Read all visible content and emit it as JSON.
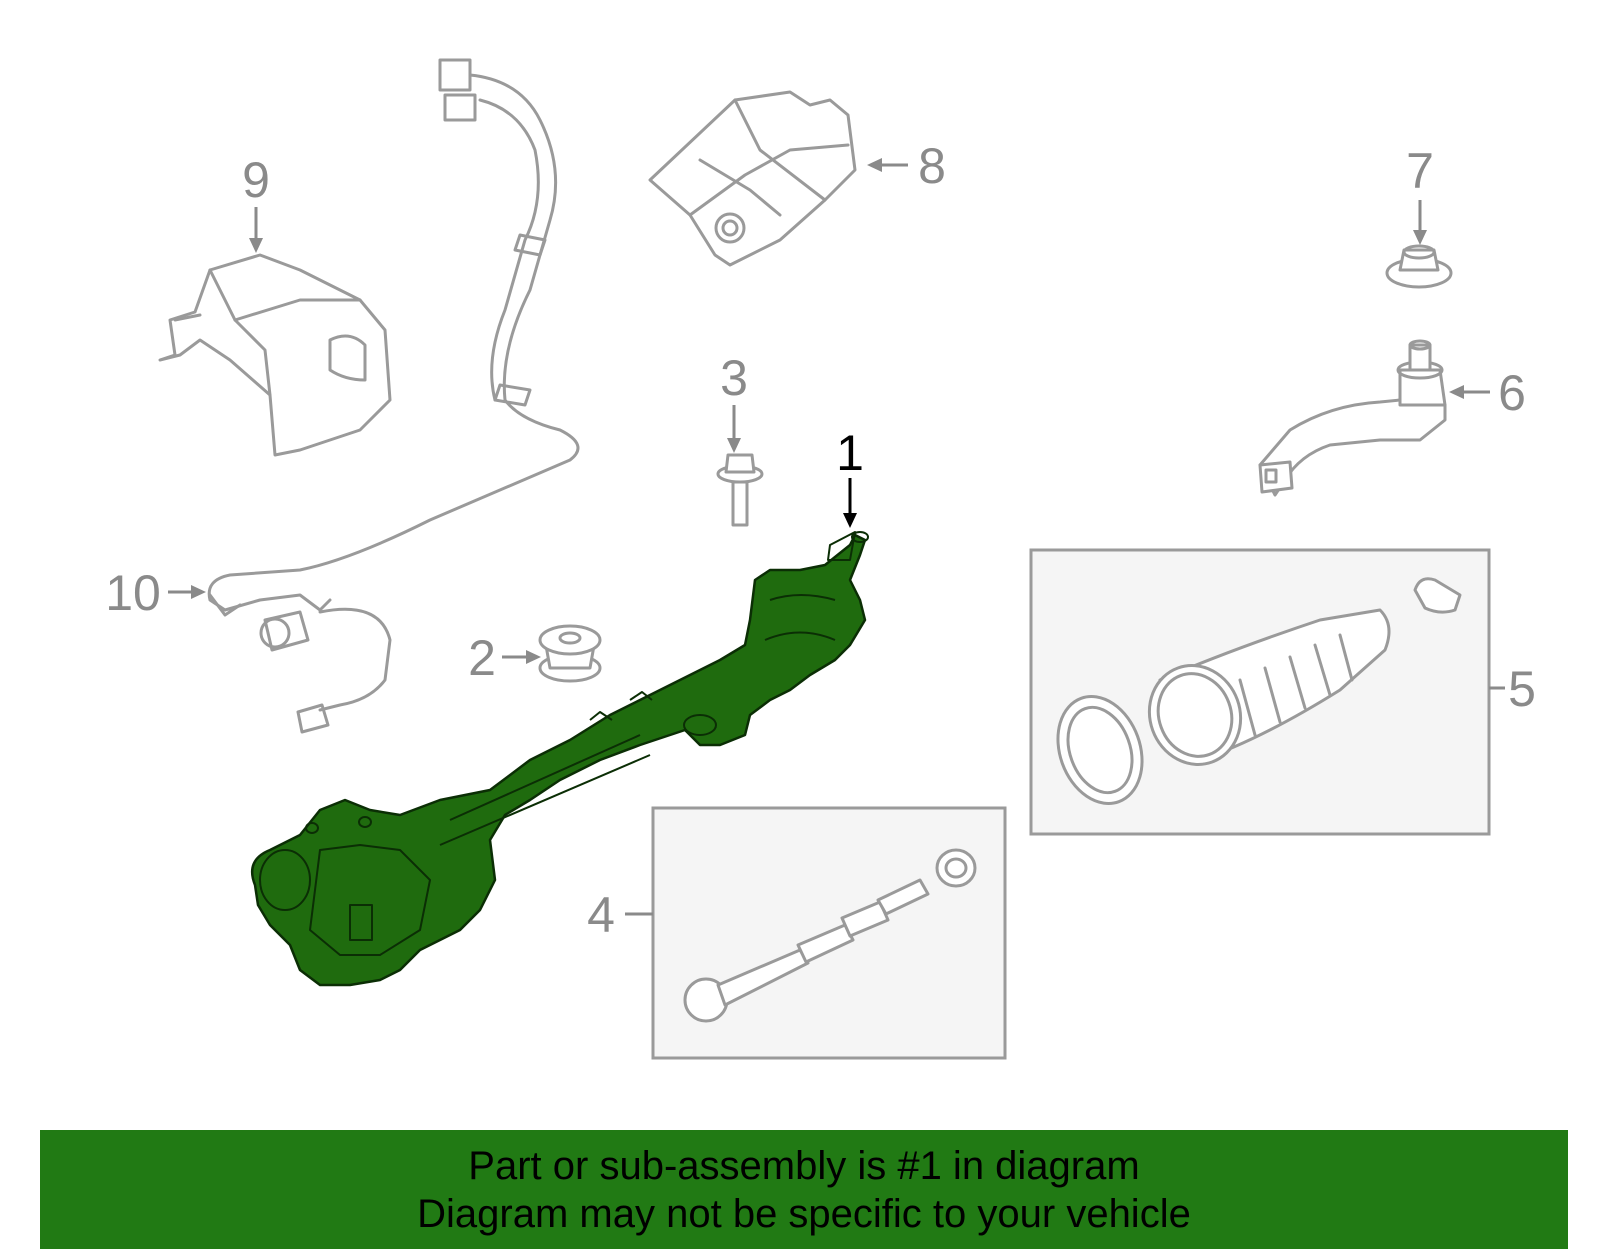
{
  "diagram": {
    "callouts": {
      "n1": "1",
      "n2": "2",
      "n3": "3",
      "n4": "4",
      "n5": "5",
      "n6": "6",
      "n7": "7",
      "n8": "8",
      "n9": "9",
      "n10": "10"
    },
    "highlight_color": "#1f6b0e"
  },
  "banner": {
    "line1": "Part or sub-assembly is #1 in diagram",
    "line2": "Diagram may not be specific to your vehicle",
    "color": "#217a14"
  }
}
